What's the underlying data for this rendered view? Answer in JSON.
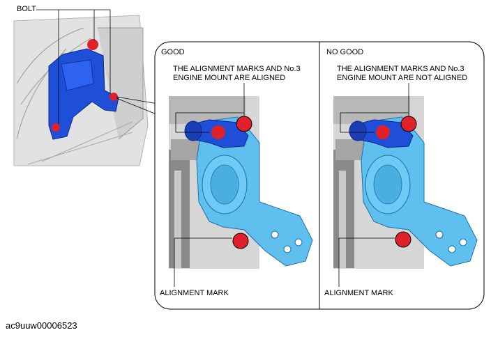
{
  "labels": {
    "bolt": "BOLT",
    "good": "GOOD",
    "no_good": "NO GOOD",
    "good_desc_line1": "THE ALIGNMENT MARKS AND No.3",
    "good_desc_line2": "ENGINE MOUNT ARE ALIGNED",
    "bad_desc_line1": "THE ALIGNMENT MARKS AND No.3",
    "bad_desc_line2": "ENGINE MOUNT ARE NOT ALIGNED",
    "alignment_mark_good": "ALIGNMENT MARK",
    "alignment_mark_bad": "ALIGNMENT MARK"
  },
  "caption": "ac9uuw00006523",
  "colors": {
    "mount_blue": "#1f4fd8",
    "mount_light_blue": "#5fc0f0",
    "mark_red": "#e0202a",
    "engine_gray": "#d4d4d4"
  }
}
